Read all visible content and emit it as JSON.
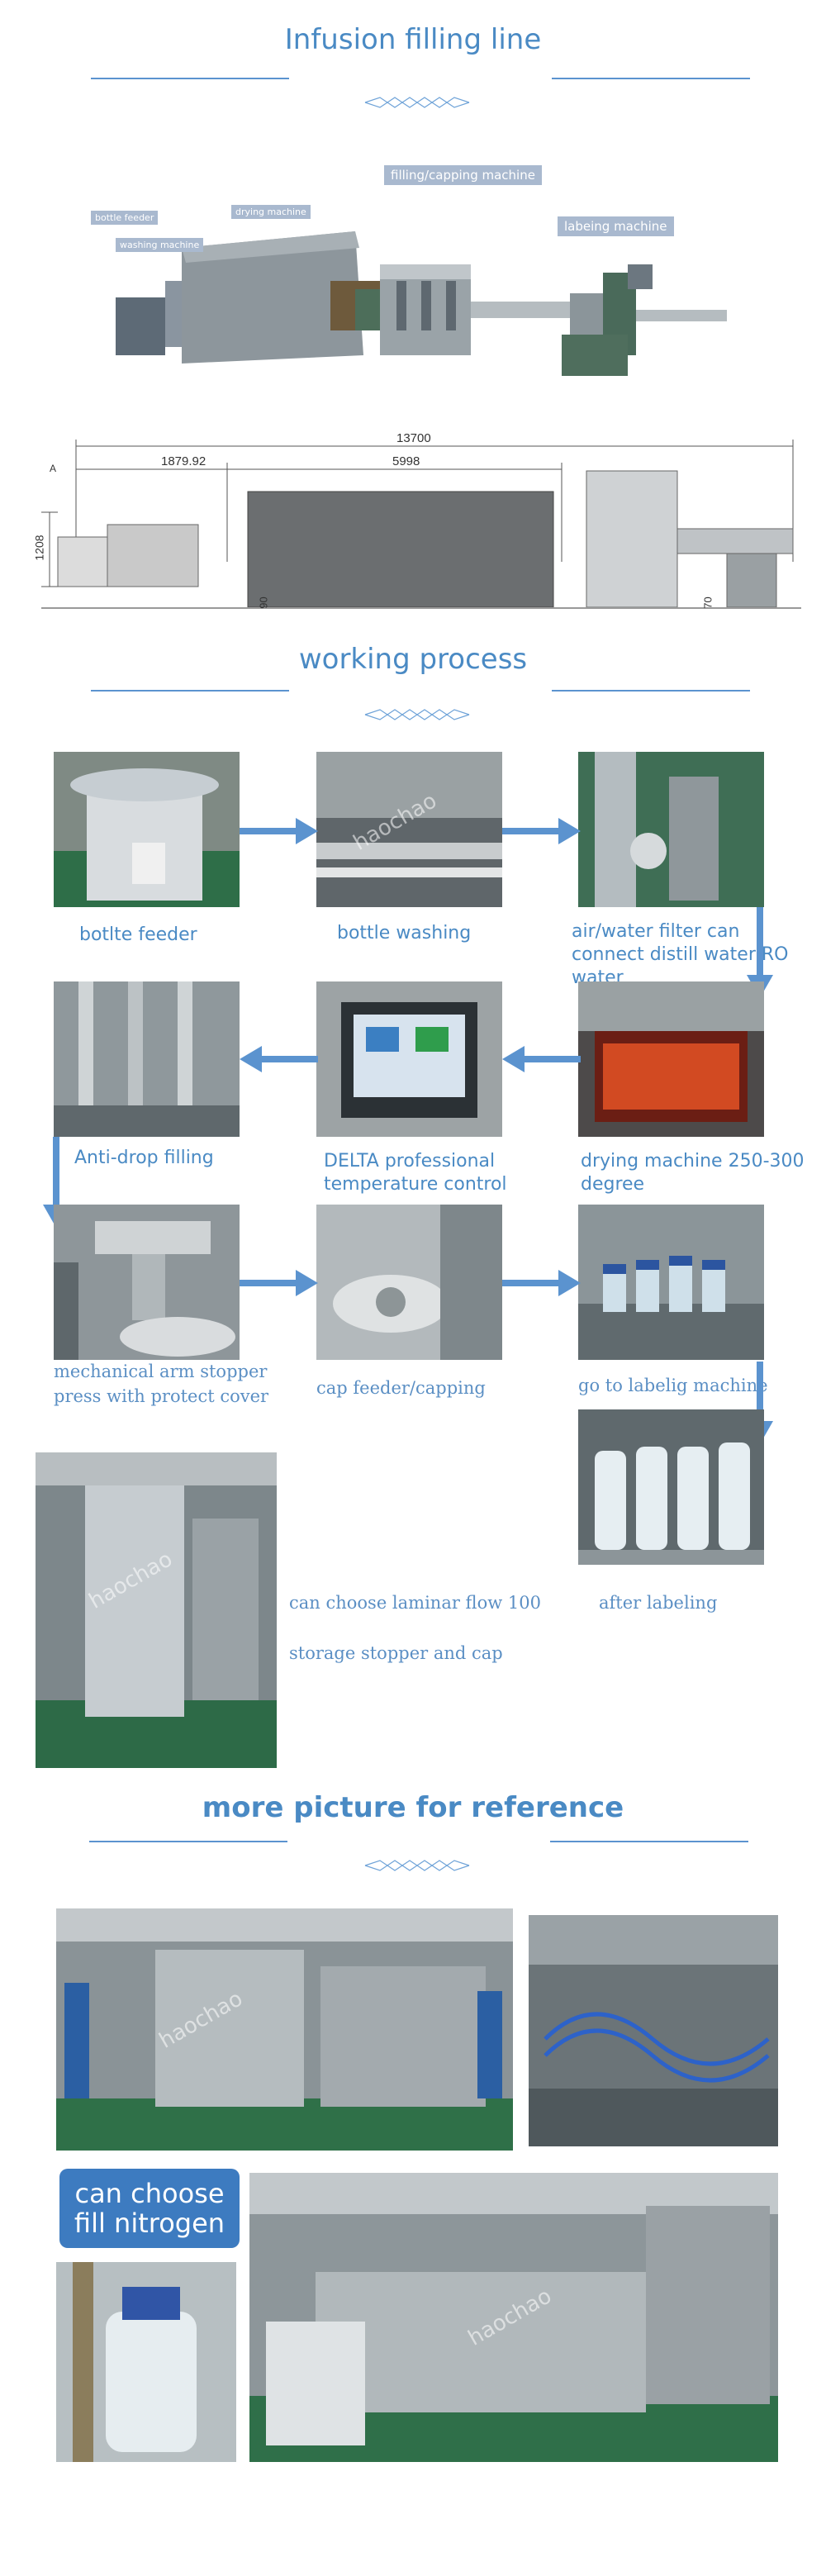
{
  "sections": {
    "line_title": "Infusion filling line",
    "process_title": "working process",
    "more_title": "more picture for reference"
  },
  "line_labels": {
    "bottle_feeder": "bottle feeder",
    "drying_machine": "drying machine",
    "washing_machine": "washing machine",
    "filling_capping": "filling/capping machine",
    "labeling": "labeing  machine"
  },
  "dimensions": {
    "total": "13700",
    "left_span": "1879.92",
    "dryer_span": "5998",
    "height": "1208",
    "base_a": "90",
    "base_b": "70",
    "mark_a": "A"
  },
  "process": {
    "s1": "botlte feeder",
    "s2": "bottle washing",
    "s3": "air/water filter can connect distill water,RO water",
    "s4": "drying machine 250-300 degree",
    "s5": "DELTA professional temperature control",
    "s6": "Anti-drop filling",
    "s7": "mechanical arm stopper press with protect cover",
    "s8": "cap feeder/capping",
    "s9": "go to labelig machine",
    "s10": "after labeling",
    "s11a": "can choose laminar flow 100",
    "s11b": "storage stopper and cap"
  },
  "nitrogen_badge": "can choose fill nitrogen",
  "watermark": "haochao",
  "colors": {
    "accent": "#4a8ac4",
    "rule": "#5b93cf",
    "badge": "#3d7bc0",
    "label_bg": "#a9b9cf"
  }
}
